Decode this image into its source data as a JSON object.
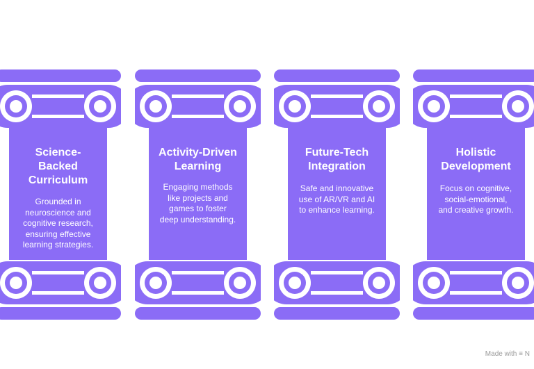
{
  "colors": {
    "pillar": "#8b6cf6",
    "text": "#ffffff",
    "background": "#ffffff"
  },
  "pillars": [
    {
      "icon": "ionic-column-icon",
      "title": "Science-\nBacked\nCurriculum",
      "desc": "Grounded in\nneuroscience and\ncognitive research,\nensuring effective\nlearning strategies."
    },
    {
      "icon": "ionic-column-icon",
      "title": "Activity-Driven\nLearning",
      "desc": "Engaging methods\nlike projects and\ngames to foster\ndeep understanding."
    },
    {
      "icon": "ionic-column-icon",
      "title": "Future-Tech\nIntegration",
      "desc": "Safe and innovative\nuse of AR/VR and AI\nto enhance learning."
    },
    {
      "icon": "ionic-column-icon",
      "title": "Holistic\nDevelopment",
      "desc": "Focus on cognitive,\nsocial-emotional,\nand creative growth."
    }
  ],
  "footer": {
    "label": "Made with",
    "brand_icon": "napkin-logo-icon"
  }
}
